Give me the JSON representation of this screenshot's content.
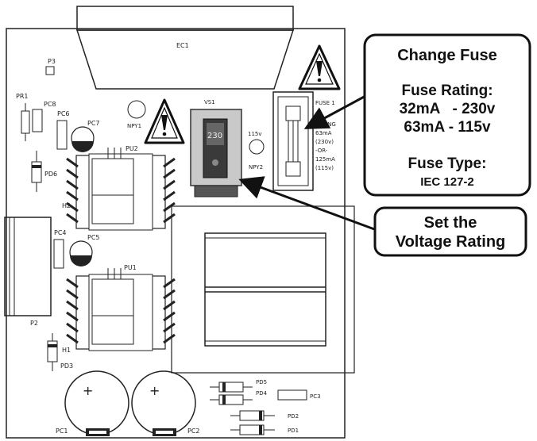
{
  "board": {
    "labels": {
      "ec1": "EC1",
      "p3": "P3",
      "pr1": "PR1",
      "pc8": "PC8",
      "pc6": "PC6",
      "pc7": "PC7",
      "npy1": "NPY1",
      "vs1": "VS1",
      "fuse1": "FUSE 1",
      "pd6": "PD6",
      "pu2": "PU2",
      "h2": "H2",
      "v115": "115v",
      "npy2": "NPY2",
      "pc4": "PC4",
      "pc5": "PC5",
      "pu1": "PU1",
      "p2": "P2",
      "h1": "H1",
      "pd3": "PD3",
      "pd5": "PD5",
      "pd4": "PD4",
      "pc3": "PC3",
      "pd2": "PD2",
      "pd1": "PD1",
      "pc1": "PC1",
      "pc2": "PC2"
    },
    "fuse_rating_lines": [
      "RATING",
      "63mA",
      "(230v)",
      "-OR-",
      "125mA",
      "(115v)"
    ],
    "voltage_switch_value": "230"
  },
  "callouts": {
    "fuse": {
      "title": "Change Fuse",
      "rating_heading": "Fuse Rating:",
      "rating_line1": "32mA   - 230v",
      "rating_line2": "63mA - 115v",
      "type_heading": "Fuse Type:",
      "type_value": "IEC 127-2"
    },
    "voltage": {
      "line1": "Set the",
      "line2": "Voltage Rating"
    }
  }
}
